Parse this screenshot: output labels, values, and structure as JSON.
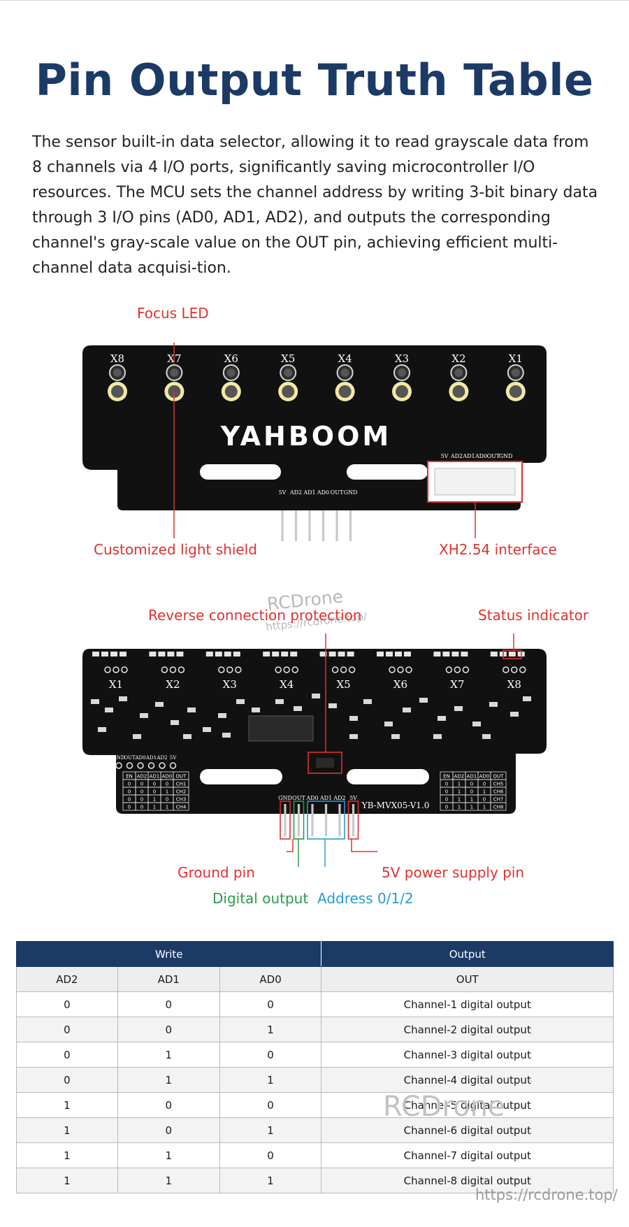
{
  "page": {
    "title": "Pin Output Truth Table",
    "description": "The sensor built-in data selector, allowing it to read grayscale data from 8 channels via 4 I/O ports, significantly saving microcontroller I/O resources. The MCU sets the channel address by writing 3-bit binary data through 3 I/O pins (AD0, AD1, AD2), and outputs the corresponding channel's gray-scale value on the OUT pin, achieving efficient multi-channel data acquisi-tion."
  },
  "front_board": {
    "callouts": {
      "focus_led": "Focus LED",
      "light_shield": "Customized light shield",
      "xh_interface": "XH2.54 interface"
    },
    "sensor_labels": [
      "X8",
      "X7",
      "X6",
      "X5",
      "X4",
      "X3",
      "X2",
      "X1"
    ],
    "brand": "YAHBOOM",
    "connector_pins": [
      "5V",
      "AD2",
      "AD1",
      "AD0",
      "OUT",
      "GND"
    ]
  },
  "back_board": {
    "callouts": {
      "reverse_protection": "Reverse connection protection",
      "status_indicator": "Status indicator",
      "ground_pin": "Ground pin",
      "digital_output": "Digital output",
      "address": "Address 0/1/2",
      "power_pin": "5V power supply pin"
    },
    "channel_labels": [
      "X1",
      "X2",
      "X3",
      "X4",
      "X5",
      "X6",
      "X7",
      "X8"
    ],
    "model": "YB-MVX05-V1.0",
    "pin_row": [
      "GND",
      "OUT",
      "AD0",
      "AD1",
      "AD2",
      "5V"
    ],
    "mini_table_header": [
      "EN",
      "AD2",
      "AD1",
      "AD0",
      "OUT"
    ],
    "mini_table_left": [
      [
        "0",
        "0",
        "0",
        "0",
        "CH1"
      ],
      [
        "0",
        "0",
        "0",
        "1",
        "CH2"
      ],
      [
        "0",
        "0",
        "1",
        "0",
        "CH3"
      ],
      [
        "0",
        "0",
        "1",
        "1",
        "CH4"
      ]
    ],
    "mini_table_right": [
      [
        "0",
        "1",
        "0",
        "0",
        "CH5"
      ],
      [
        "0",
        "1",
        "0",
        "1",
        "CH6"
      ],
      [
        "0",
        "1",
        "1",
        "0",
        "CH7"
      ],
      [
        "0",
        "1",
        "1",
        "1",
        "CH8"
      ]
    ]
  },
  "watermarks": {
    "brand": "RCDrone",
    "url_small": "https://rcdrone.top/",
    "url": "https://rcdrone.top/"
  },
  "truth_table": {
    "group_headers": [
      "Write",
      "Output"
    ],
    "columns": [
      "AD2",
      "AD1",
      "AD0",
      "OUT"
    ],
    "rows": [
      [
        "0",
        "0",
        "0",
        "Channel-1 digital output"
      ],
      [
        "0",
        "0",
        "1",
        "Channel-2 digital output"
      ],
      [
        "0",
        "1",
        "0",
        "Channel-3 digital output"
      ],
      [
        "0",
        "1",
        "1",
        "Channel-4 digital output"
      ],
      [
        "1",
        "0",
        "0",
        "Channel-5 digital output"
      ],
      [
        "1",
        "0",
        "1",
        "Channel-6 digital output"
      ],
      [
        "1",
        "1",
        "0",
        "Channel-7 digital output"
      ],
      [
        "1",
        "1",
        "1",
        "Channel-8 digital output"
      ]
    ]
  },
  "colors": {
    "title": "#1b3a66",
    "callout_red": "#e0312f",
    "callout_green": "#2b9a4a",
    "callout_blue": "#2a9ad6",
    "board": "#111111",
    "led_ring": "#f4e9a3"
  }
}
